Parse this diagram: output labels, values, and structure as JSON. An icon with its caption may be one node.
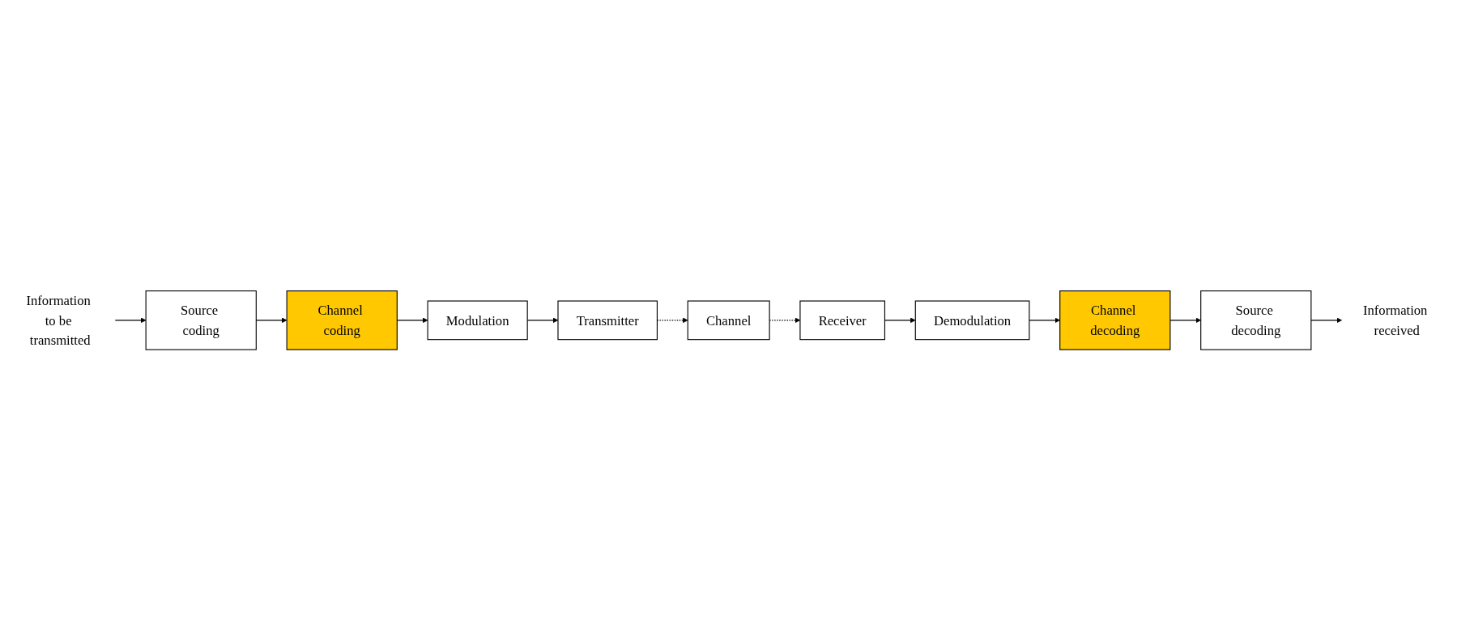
{
  "diagram": {
    "nodes": [
      {
        "text": [
          "Information to be transmitted"
        ]
      },
      {
        "text": [
          "Source coding"
        ]
      },
      {
        "text": [
          "Channel coding"
        ]
      },
      {
        "text": [
          "Modulation"
        ]
      },
      {
        "text": [
          "Transmitter"
        ]
      },
      {
        "text": [
          "Channel"
        ]
      },
      {
        "text": [
          "Receiver"
        ]
      },
      {
        "text": [
          "Demodulation"
        ]
      },
      {
        "text": [
          "Channel decoding"
        ]
      },
      {
        "text": [
          "Source decoding"
        ]
      },
      {
        "text": [
          "Information received"
        ]
      }
    ],
    "edges": [
      {
        "from": 0,
        "to": 1,
        "arrow": "to"
      },
      {
        "from": 1,
        "to": 2,
        "arrow": "to"
      },
      {
        "from": 2,
        "to": 3,
        "arrow": "to"
      },
      {
        "from": 3,
        "to": 4,
        "arrow": "to"
      },
      {
        "from": 4,
        "to": 5,
        "arrow": "to",
        "style": "dashed"
      },
      {
        "from": 5,
        "to": 6,
        "arrow": "to",
        "style": "dashed"
      },
      {
        "from": 6,
        "to": 7,
        "arrow": "to"
      },
      {
        "from": 7,
        "to": 8,
        "arrow": "to"
      },
      {
        "from": 8,
        "to": 9,
        "arrow": "to"
      },
      {
        "from": 9,
        "to": 10,
        "arrow": "to"
      }
    ]
  }
}
